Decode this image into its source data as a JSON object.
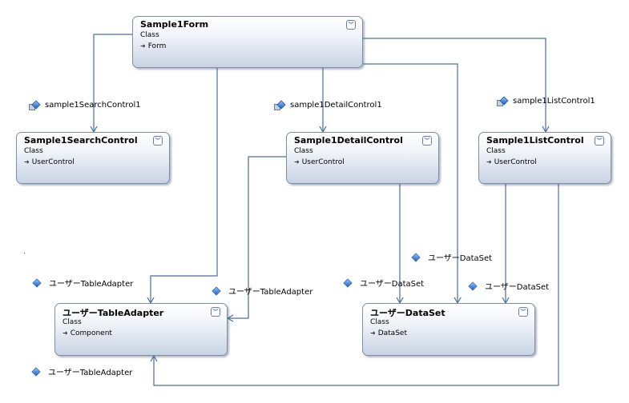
{
  "classes": {
    "form": {
      "name": "Sample1Form",
      "kind": "Class",
      "base": "Form"
    },
    "search": {
      "name": "Sample1SearchControl",
      "kind": "Class",
      "base": "UserControl"
    },
    "detail": {
      "name": "Sample1DetailControl",
      "kind": "Class",
      "base": "UserControl"
    },
    "list": {
      "name": "Sample1ListControl",
      "kind": "Class",
      "base": "UserControl"
    },
    "adapter": {
      "name": "ユーザーTableAdapter",
      "kind": "Class",
      "base": "Component"
    },
    "dataset": {
      "name": "ユーザーDataSet",
      "kind": "Class",
      "base": "DataSet"
    }
  },
  "associations": {
    "search_control": "sample1SearchControl1",
    "detail_control": "sample1DetailControl1",
    "list_control": "sample1ListControl1",
    "form_adapter": "ユーザーTableAdapter",
    "detail_adapter": "ユーザーTableAdapter",
    "list_adapter": "ユーザーTableAdapter",
    "form_dataset": "ユーザーDataSet",
    "detail_dataset": "ユーザーDataSet",
    "list_dataset": "ユーザーDataSet"
  },
  "icons": {
    "toggle": "collapse-chevron-icon",
    "base": "inheritance-arrow-icon",
    "field": "field-icon",
    "property": "property-icon"
  },
  "colors": {
    "connector": "#4a6f96",
    "shape_border": "#7a8fab"
  }
}
